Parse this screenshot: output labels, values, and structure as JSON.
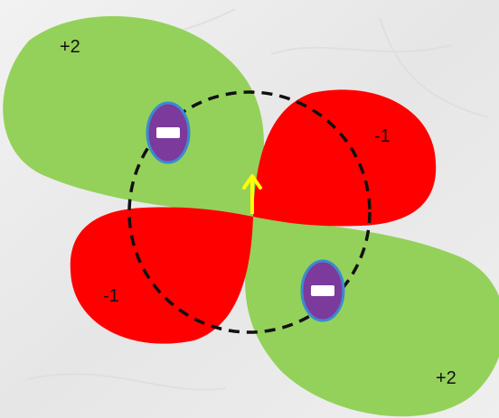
{
  "lobes": [
    {
      "name": "upper-left",
      "charge": "+2",
      "color": "#94d15a"
    },
    {
      "name": "lower-right",
      "charge": "+2",
      "color": "#94d15a"
    },
    {
      "name": "upper-right",
      "charge": "-1",
      "color": "#ff0000"
    },
    {
      "name": "lower-left",
      "charge": "-1",
      "color": "#ff0000"
    }
  ],
  "electron_symbol": "minus",
  "electron_color": "#7b3a9c",
  "circle_style": "dashed",
  "arrow_color": "#ffff00",
  "background_color": "#ececec"
}
